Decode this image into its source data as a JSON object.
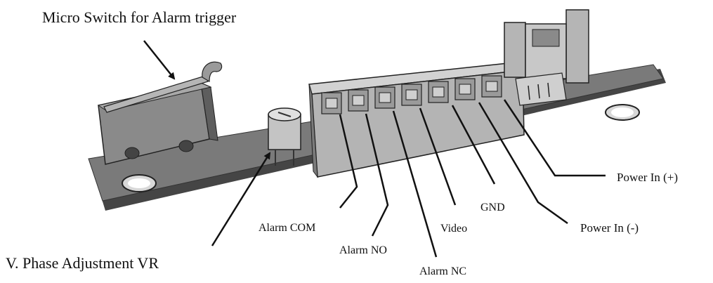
{
  "labels": {
    "micro_switch": "Micro Switch for Alarm trigger",
    "v_phase": "V. Phase Adjustment VR",
    "alarm_com": "Alarm COM",
    "alarm_no": "Alarm NO",
    "alarm_nc": "Alarm NC",
    "video": "Video",
    "gnd": "GND",
    "power_in_plus": "Power In (+)",
    "power_in_minus": "Power In (-)"
  },
  "colors": {
    "board_top": "#747474",
    "board_edge": "#454545",
    "body": "#b9b9b9",
    "body_dark": "#8e8e8e",
    "line": "#111111"
  }
}
